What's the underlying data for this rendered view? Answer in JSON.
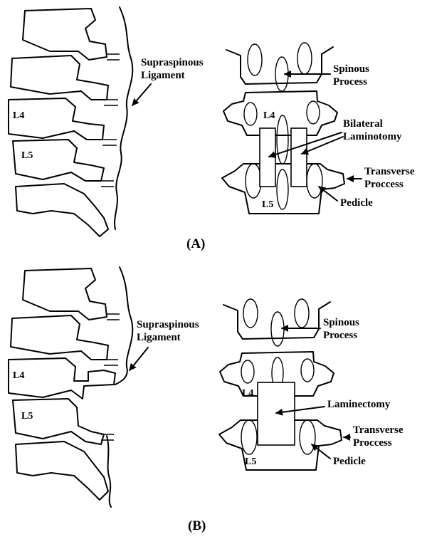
{
  "panels": [
    {
      "caption": "(A)",
      "side": {
        "upper_label": "L4",
        "lower_label": "L5",
        "ligament_label_1": "Supraspinous",
        "ligament_label_2": "Ligament"
      },
      "posterior": {
        "spinous_label_1": "Spinous",
        "spinous_label_2": "Process",
        "procedure_label_1": "Bilateral",
        "procedure_label_2": "Laminotomy",
        "transverse_label_1": "Transverse",
        "transverse_label_2": "Proccess",
        "pedicle_label": "Pedicle",
        "upper_label": "L4",
        "lower_label": "L5"
      }
    },
    {
      "caption": "(B)",
      "side": {
        "upper_label": "L4",
        "lower_label": "L5",
        "ligament_label_1": "Supraspinous",
        "ligament_label_2": "Ligament"
      },
      "posterior": {
        "spinous_label_1": "Spinous",
        "spinous_label_2": "Process",
        "procedure_label_1": "Laminectomy",
        "transverse_label_1": "Transverse",
        "transverse_label_2": "Proccess",
        "pedicle_label": "Pedicle",
        "upper_label": "L4",
        "lower_label": "L5"
      }
    }
  ]
}
